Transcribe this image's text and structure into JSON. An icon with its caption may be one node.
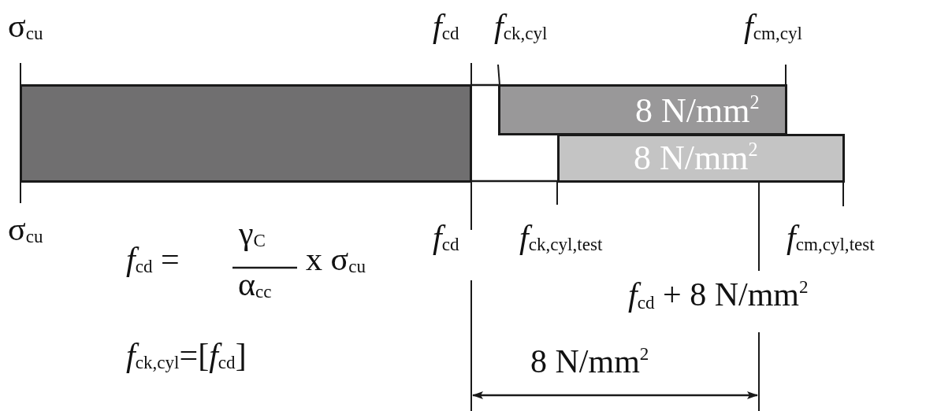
{
  "diagram": {
    "nodes": [
      {
        "text": [],
        "shape": "bar"
      },
      {
        "text": [
          "8 N/mm$^{2}$"
        ]
      },
      {
        "text": [
          "8 N/mm$^{2}$"
        ]
      }
    ],
    "labels": [
      "σ$_{cu}$",
      "*f*$_{cd}$",
      "*f*$_{ck,cyl}$",
      "*f*$_{cm,cyl}$",
      "σ$_{cu}$",
      "*f*$_{cd}$",
      "*f*$_{ck,cyl,test}$",
      "*f*$_{cm,cyl,test}$",
      "*f*$_{cd}$ =",
      "γ$_{C}$",
      "α$_{cc}$",
      "x σ$_{cu}$",
      "*f*$_{ck,cyl}$=[*f*$_{cd}$]",
      "*f*$_{cd}$ + 8 N/mm$^{2}$",
      "8 N/mm$^{2}$"
    ]
  }
}
